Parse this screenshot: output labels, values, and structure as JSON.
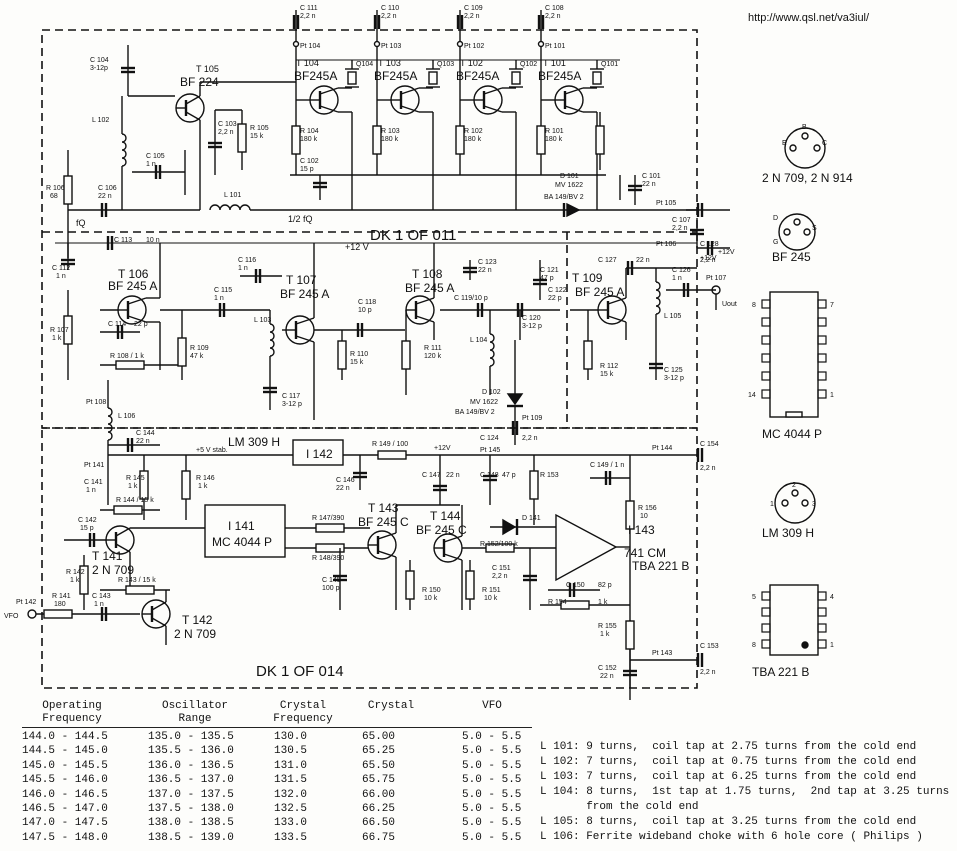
{
  "url": "http://www.qsl.net/va3iul/",
  "blocks": {
    "top": "DK 1 OF 011",
    "bottom": "DK 1 OF 014"
  },
  "components": {
    "c111": "C 111",
    "c111v": "2,2 n",
    "pt104": "Pt 104",
    "c110": "C 110",
    "c110v": "2,2 n",
    "pt103": "Pt 103",
    "c109": "C 109",
    "c109v": "2,2 n",
    "pt102": "Pt 102",
    "c108": "C 108",
    "c108v": "2,2 n",
    "pt101": "Pt 101",
    "c104": "C 104",
    "c104v": "3-12p",
    "t105": "T 105",
    "t105t": "BF 224",
    "t104": "T 104",
    "t103": "T 103",
    "t102": "T 102",
    "t101": "T 101",
    "bf245a": "BF245A",
    "q104": "Q104",
    "q103": "Q103",
    "q102": "Q102",
    "q101": "Q101",
    "l102": "L 102",
    "c103": "C 103",
    "c103v": "2,2 n",
    "r105": "R 105",
    "r105v": "15 k",
    "r104": "R 104",
    "r103": "R 103",
    "r102": "R 102",
    "r101": "R 101",
    "r180k": "180 k",
    "c105": "C 105",
    "c105v": "1 n",
    "c102": "C 102",
    "c102v": "15 p",
    "d101": "D 101",
    "d101v": "MV 1622",
    "d101t": "BA 149/BV 2",
    "c101": "C 101",
    "c101v": "22 n",
    "r106": "R 106",
    "r106v": "68",
    "c106": "C 106",
    "c106v": "22 n",
    "l101": "L 101",
    "half_fq": "1/2 fQ",
    "fq": "fQ",
    "pt105": "Pt 105",
    "c107": "C 107",
    "c107v": "2,2 n",
    "c128": "C 128",
    "c128v": "2,2 n",
    "pt106": "Pt 106",
    "v12": "+12 V",
    "v12b": "+12V",
    "c113": "C 113",
    "c113v": "10 n",
    "c112": "C 112",
    "c112v": "1 n",
    "t106": "T 106",
    "bf245a_sp": "BF 245 A",
    "c116": "C 116",
    "c116v": "1 n",
    "t107": "T 107",
    "t107t": "BF 245 A",
    "c115": "C 115",
    "c115v": "1 n",
    "l103": "L 103",
    "c114": "C 114",
    "c114v": "22 p",
    "r107": "R 107",
    "r107v": "1 k",
    "r108": "R 108 / 1 k",
    "r109": "R 109",
    "r109v": "47 k",
    "c117": "C 117",
    "c117v": "3-12 p",
    "t108": "T 108",
    "t108t": "BF 245 A",
    "c123": "C 123",
    "c123v": "22 n",
    "c121": "C 121",
    "c121v": "47 p",
    "c122": "C 122",
    "c122v": "22 p",
    "t109": "T 109",
    "t109t": "BF 245 A",
    "c127": "C 127",
    "c127v": "22 n",
    "c126": "C 126",
    "c126v": "1 n",
    "pt107": "Pt 107",
    "uout": "Uout",
    "v12c": "+12V",
    "c118": "C 118",
    "c118v": "10 p",
    "c119": "C 119/10 p",
    "c120": "C 120",
    "c120v": "3-12 p",
    "r110": "R 110",
    "r110v": "15 k",
    "r111": "R 111",
    "r111v": "120 k",
    "l104": "L 104",
    "r112": "R 112",
    "r112v": "15 k",
    "l105": "L 105",
    "c125": "C 125",
    "c125v": "3-12 p",
    "d102": "D 102",
    "d102v": "MV 1622",
    "d102t": "BA 149/BV 2",
    "pt108": "Pt 108",
    "pt109": "Pt 109",
    "l106": "L 106",
    "c124": "C 124",
    "c124v": "2,2 n",
    "c144": "C 144",
    "c144v": "22 n",
    "lm309": "LM 309 H",
    "v5": "+5 V stab.",
    "i142": "I 142",
    "r149": "R 149 / 100",
    "pt145": "Pt 145",
    "pt144": "Pt 144",
    "c154": "C 154",
    "c154v": "2,2 n",
    "pt141": "Pt 141",
    "c141": "C 141",
    "c141v": "1 n",
    "r145": "R 145",
    "r145v": "1 k",
    "r146": "R 146",
    "r146v": "1 k",
    "c146": "C 146",
    "c146v": "22 n",
    "c147": "C 147",
    "c147v": "22 n",
    "c148": "C 148",
    "c148v": "47 p",
    "r153": "R 153",
    "c149": "C 149 / 1 n",
    "r144": "R 144 / 15 k",
    "c142": "C 142",
    "c142v": "15 p",
    "t141": "T 141",
    "t141t": "2 N 709",
    "i141": "I 141",
    "i141t": "MC 4044 P",
    "r147": "R 147/390",
    "r148": "R 148/390",
    "t143": "T 143",
    "t143t": "BF 245 C",
    "t144": "T 144",
    "t144t": "BF 245 C",
    "d141": "D 141",
    "r152": "R 152/100 k",
    "i143": "I 143",
    "i143a": "741 CM",
    "i143b": "TBA 221 B",
    "r156": "R 156",
    "r156v": "10",
    "r142": "R 142",
    "r142v": "1 k",
    "r143": "R 143 / 15 k",
    "c145": "C 145",
    "c145v": "100 p",
    "r150": "R 150",
    "r150v": "10 k",
    "r151": "R 151",
    "r151v": "10 k",
    "c151": "C 151",
    "c151v": "2,2 n",
    "c150": "C 150",
    "c150v": "82 p",
    "r154": "R 154",
    "r154v": "1 k",
    "r155": "R 155",
    "r155v": "1 k",
    "pt142": "Pt 142",
    "vfo": "VFO",
    "r141": "R 141",
    "r141v": "180",
    "c143": "C 143",
    "c143v": "1 n",
    "t142": "T 142",
    "t142t": "2 N 709",
    "pt143": "Pt 143",
    "c153": "C 153",
    "c153v": "2,2 n",
    "c152": "C 152",
    "c152v": "22 n",
    "v12d": "+12V"
  },
  "pinouts": {
    "trans": "2 N 709, 2 N 914",
    "bf245": "BF 245",
    "mc4044": "MC 4044 P",
    "lm309": "LM 309 H",
    "tba221": "TBA 221 B",
    "pin_e": "E",
    "pin_b": "B",
    "pin_c": "C",
    "pin_d": "D",
    "pin_s": "S",
    "pin_g": "G",
    "pin_8": "8",
    "pin_7": "7",
    "pin_14": "14",
    "pin_1": "1",
    "pin_5": "5",
    "pin_4": "4",
    "pin_3": "3",
    "pin_2": "2"
  },
  "table": {
    "headers": [
      [
        "Operating",
        "Frequency"
      ],
      [
        "Oscillator",
        "Range"
      ],
      [
        "Crystal",
        "Frequency"
      ],
      [
        "Crystal",
        ""
      ],
      [
        "VFO",
        ""
      ]
    ],
    "rows": [
      [
        "144.0 - 144.5",
        "135.0 - 135.5",
        "130.0",
        "65.00",
        "5.0 - 5.5"
      ],
      [
        "144.5 - 145.0",
        "135.5 - 136.0",
        "130.5",
        "65.25",
        "5.0 - 5.5"
      ],
      [
        "145.0 - 145.5",
        "136.0 - 136.5",
        "131.0",
        "65.50",
        "5.0 - 5.5"
      ],
      [
        "145.5 - 146.0",
        "136.5 - 137.0",
        "131.5",
        "65.75",
        "5.0 - 5.5"
      ],
      [
        "146.0 - 146.5",
        "137.0 - 137.5",
        "132.0",
        "66.00",
        "5.0 - 5.5"
      ],
      [
        "146.5 - 147.0",
        "137.5 - 138.0",
        "132.5",
        "66.25",
        "5.0 - 5.5"
      ],
      [
        "147.0 - 147.5",
        "138.0 - 138.5",
        "133.0",
        "66.50",
        "5.0 - 5.5"
      ],
      [
        "147.5 - 148.0",
        "138.5 - 139.0",
        "133.5",
        "66.75",
        "5.0 - 5.5"
      ]
    ]
  },
  "coil_notes": [
    "L 101: 9 turns,  coil tap at 2.75 turns from the cold end",
    "L 102: 7 turns,  coil tap at 0.75 turns from the cold end",
    "L 103: 7 turns,  coil tap at 6.25 turns from the cold end",
    "L 104: 8 turns,  1st tap at 1.75 turns,  2nd tap at 3.25 turns",
    "       from the cold end",
    "L 105: 8 turns,  coil tap at 3.25 turns from the cold end",
    "L 106: Ferrite wideband choke with 6 hole core ( Philips )"
  ]
}
